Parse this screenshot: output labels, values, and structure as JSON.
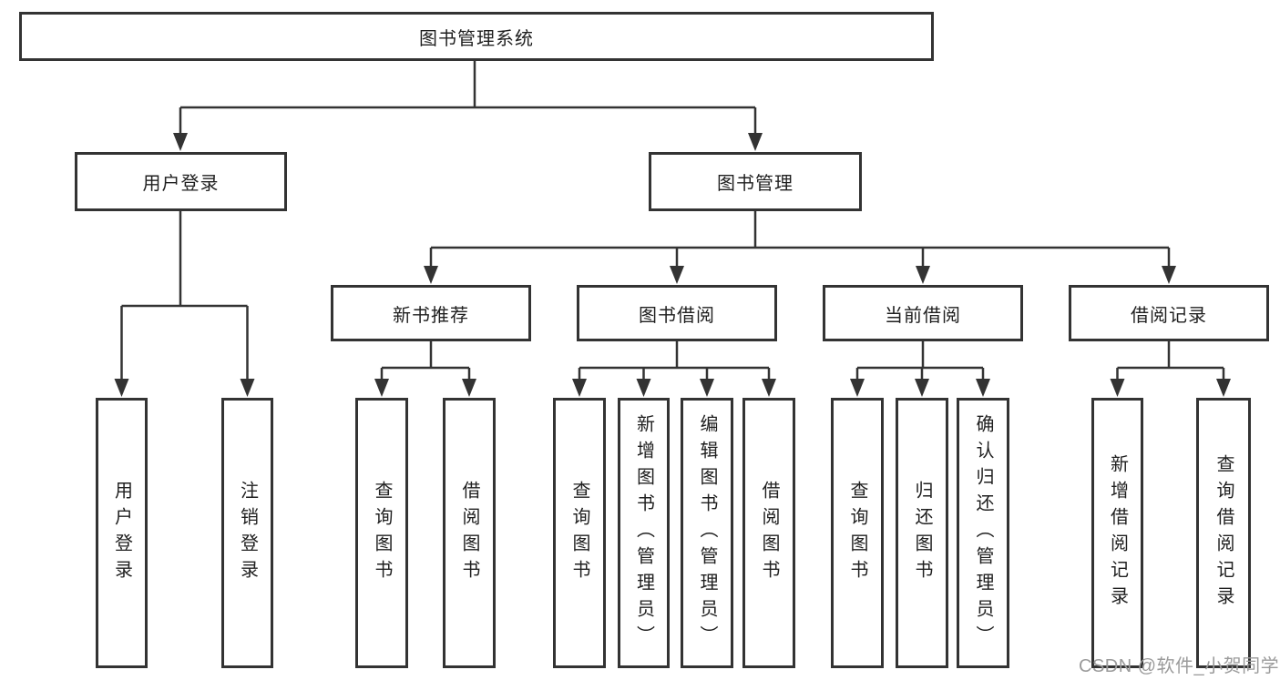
{
  "diagram_title": "图书管理系统",
  "tree": {
    "root": "图书管理系统",
    "children": [
      {
        "label": "用户登录",
        "children": [
          {
            "label": "用户登录"
          },
          {
            "label": "注销登录"
          }
        ]
      },
      {
        "label": "图书管理",
        "children": [
          {
            "label": "新书推荐",
            "children": [
              {
                "label": "查询图书"
              },
              {
                "label": "借阅图书"
              }
            ]
          },
          {
            "label": "图书借阅",
            "children": [
              {
                "label": "查询图书"
              },
              {
                "label": "新增图书（管理员）"
              },
              {
                "label": "编辑图书（管理员）"
              },
              {
                "label": "借阅图书"
              }
            ]
          },
          {
            "label": "当前借阅",
            "children": [
              {
                "label": "查询图书"
              },
              {
                "label": "归还图书"
              },
              {
                "label": "确认归还（管理员）"
              }
            ]
          },
          {
            "label": "借阅记录",
            "children": [
              {
                "label": "新增借阅记录"
              },
              {
                "label": "查询借阅记录"
              }
            ]
          }
        ]
      }
    ]
  },
  "watermark": "CSDN @软件_小贺同学",
  "colors": {
    "box_border": "#333333",
    "connector_line": "#333333",
    "text": "#1f1f1f",
    "watermark": "#9b9b9b",
    "background": "#ffffff"
  }
}
